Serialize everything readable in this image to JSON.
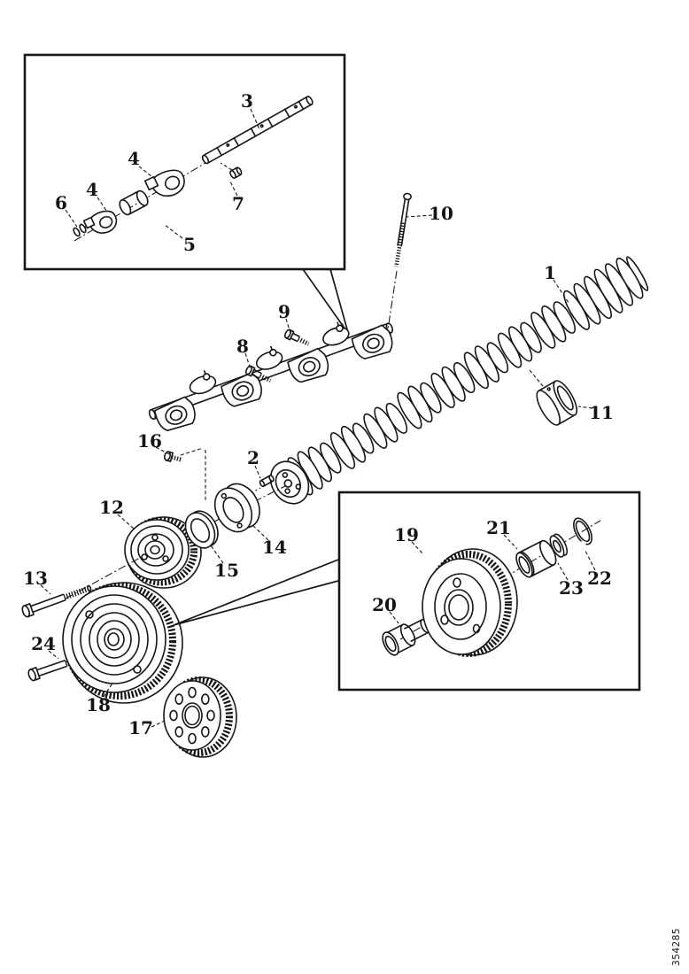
{
  "figure": {
    "part_number": "354285"
  },
  "callouts": {
    "c1": "1",
    "c2": "2",
    "c3": "3",
    "c4a": "4",
    "c4b": "4",
    "c5": "5",
    "c6": "6",
    "c7": "7",
    "c8": "8",
    "c9": "9",
    "c10": "10",
    "c11": "11",
    "c12": "12",
    "c13": "13",
    "c14": "14",
    "c15": "15",
    "c16": "16",
    "c17": "17",
    "c18": "18",
    "c19": "19",
    "c20": "20",
    "c21": "21",
    "c22": "22",
    "c23": "23",
    "c24": "24"
  }
}
